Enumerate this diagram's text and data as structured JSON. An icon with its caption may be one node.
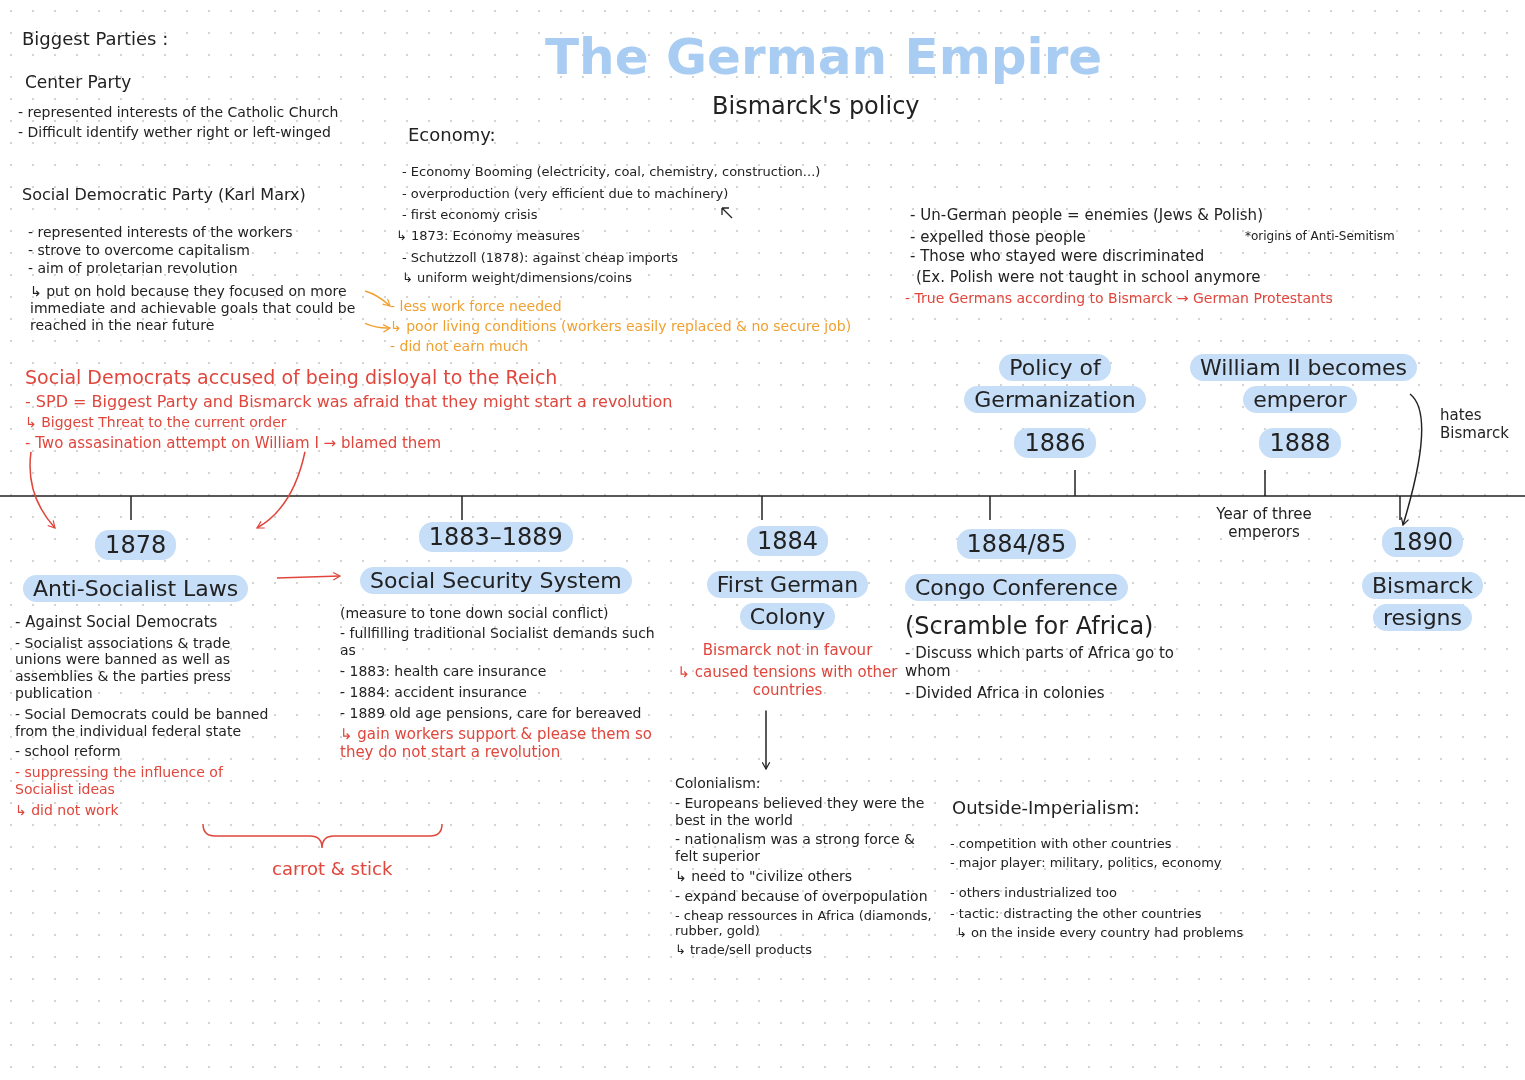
{
  "diagram": {
    "title": "The German Empire",
    "nodes": [
      {
        "text": [
          "Social Democrats accused of being disloyal to the Reich",
          "- SPD = Biggest Party and Bismarck was afraid that they might start a revolution",
          "↳ Biggest Threat to the current order",
          "- Two assasination attempt on William I → blamed them"
        ]
      },
      {
        "text": [
          "↳ put on hold because they focused on more immediate and achievable goals that could be reached in the near future"
        ]
      },
      {
        "text": [
          "- less work force needed",
          "↳ poor living conditions (workers easily replaced & no secure job)",
          "- did not earn much"
        ]
      },
      {
        "text": [
          "Policy of Germanization",
          "1886"
        ]
      },
      {
        "text": [
          "William II becomes emperor",
          "1888"
        ]
      },
      {
        "text": [
          "1878",
          "Anti-Socialist Laws"
        ],
        "beside": [
          "- Against Social Democrats",
          "- Socialist associations & trade unions were banned as well as assemblies & the parties press publication",
          "- Social Democrats could be banned from the individual federal state",
          "- school reform",
          "- suppressing the influence of Socialist ideas",
          "↳ did not work"
        ]
      },
      {
        "text": [
          "1883–1889",
          "Social Security System"
        ],
        "beside": [
          "(measure to tone down social conflict)",
          "- fullfilling traditional Socialist demands such as",
          "- 1883: health care insurance",
          "- 1884: accident insurance",
          "- 1889 old age pensions, care for bereaved",
          "↳ gain workers support & please them so they do not start a revolution"
        ]
      },
      {
        "text": [
          "1884",
          "First German Colony"
        ],
        "beside": [
          "Bismarck not in favour",
          "↳ caused tensions with other countries"
        ]
      },
      {
        "text": [
          "1884/85",
          "Congo Conference"
        ],
        "beside": [
          "(Scramble for Africa)",
          "- Discuss which parts of Africa go to whom",
          "- Divided Africa in colonies"
        ]
      },
      {
        "text": [
          "1890",
          "Bismarck resigns"
        ]
      },
      {
        "text": [
          "Colonialism:",
          "- Europeans believed they were the best in the world",
          "- nationalism was a strong force & felt superior",
          "↳ need to \"civilize others",
          "- expand because of overpopulation",
          "- cheap ressources in Africa (diamonds, rubber, gold)",
          "↳ trade/sell products"
        ]
      }
    ],
    "edges": [
      {
        "from": 0,
        "to": 5,
        "arrow": "to",
        "color": "#e0463c"
      },
      {
        "from": 0,
        "to": 5,
        "arrow": "to",
        "color": "#e0463c"
      },
      {
        "from": 1,
        "to": 2,
        "arrow": "to",
        "color": "#f0a030"
      },
      {
        "from": 1,
        "to": 2,
        "arrow": "to",
        "color": "#f0a030"
      },
      {
        "from": 5,
        "to": 6,
        "arrow": "to",
        "color": "#e0463c"
      },
      {
        "from": 4,
        "to": 9,
        "arrow": "to",
        "label": "hates Bismarck",
        "color": "#222222"
      },
      {
        "from": 7,
        "to": 10,
        "arrow": "to",
        "color": "#222222"
      }
    ],
    "labels": [
      "Biggest Parties :",
      "Center Party",
      "- represented interests of the Catholic Church",
      "- Difficult identify wether right or left-winged",
      "Bismarck's policy",
      "Economy:",
      "- Economy Booming (electricity, coal, chemistry, construction...)",
      "- overproduction (very efficient due to machinery)",
      "- first economy crisis",
      "↳ 1873: Economy measures",
      "- Schutzzoll (1878): against cheap imports",
      "↳ uniform weight/dimensions/coins",
      "Social Democratic Party (Karl Marx)",
      "- represented interests of the workers",
      "- strove to overcome capitalism",
      "- aim of proletarian revolution",
      "- Un-German people = enemies (Jews & Polish)",
      "- expelled those people",
      "*origins of Anti-Semitism",
      "- Those who stayed were discriminated",
      "(Ex. Polish were not taught in school anymore",
      "- True Germans according to Bismarck → German Protestants",
      "carrot & stick",
      "Outside-Imperialism:",
      "- competition with other countries",
      "- major player: military, politics, economy",
      "- others industrialized too",
      "- tactic: distracting the other countries",
      "↳ on the inside every country had problems",
      "Year of three emperors"
    ]
  }
}
